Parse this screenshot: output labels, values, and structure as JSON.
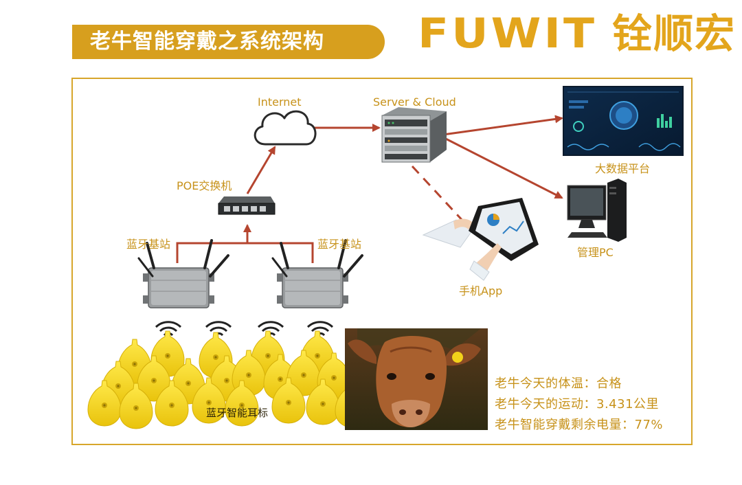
{
  "header": {
    "title": "老牛智能穿戴之系统架构",
    "brand_latin": "FUWIT",
    "brand_cjk": "铨顺宏"
  },
  "nodes": {
    "internet": "Internet",
    "server": "Server & Cloud",
    "bigdata": "大数据平台",
    "pc": "管理PC",
    "app": "手机App",
    "poe": "POE交换机",
    "station_left": "蓝牙基站",
    "station_right": "蓝牙基站",
    "eartags": "蓝牙智能耳标"
  },
  "status": {
    "line1": "老牛今天的体温：合格",
    "line2": "老牛今天的运动：3.431公里",
    "line3": "老牛智能穿戴剩余电量：77%"
  },
  "colors": {
    "accent": "#d79f1e",
    "label": "#c7921a",
    "arrow": "#b5452f",
    "tag": "#f2d21a"
  }
}
